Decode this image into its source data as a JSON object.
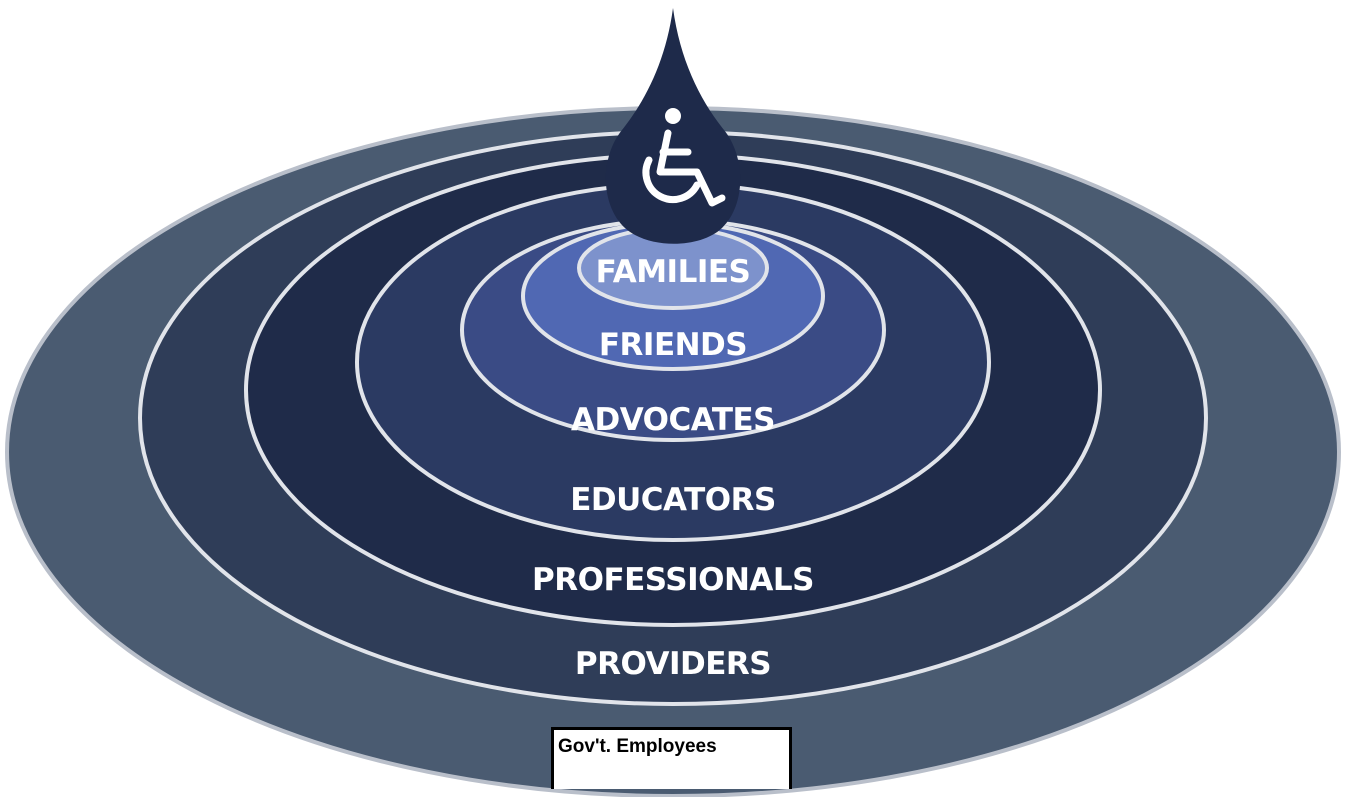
{
  "diagram": {
    "rings": [
      {
        "label": "FAMILIES",
        "color": "#7d92cc"
      },
      {
        "label": "FRIENDS",
        "color": "#5068b3"
      },
      {
        "label": "ADVOCATES",
        "color": "#3a4b85"
      },
      {
        "label": "EDUCATORS",
        "color": "#2b3a62"
      },
      {
        "label": "PROFESSIONALS",
        "color": "#1f2b49"
      },
      {
        "label": "PROVIDERS",
        "color": "#2f3d58"
      }
    ],
    "outer_band_color": "#4a5b71",
    "drop_color": "#1e2a4a",
    "center_icon": "wheelchair-icon",
    "footer_label": "Gov't. Employees"
  }
}
